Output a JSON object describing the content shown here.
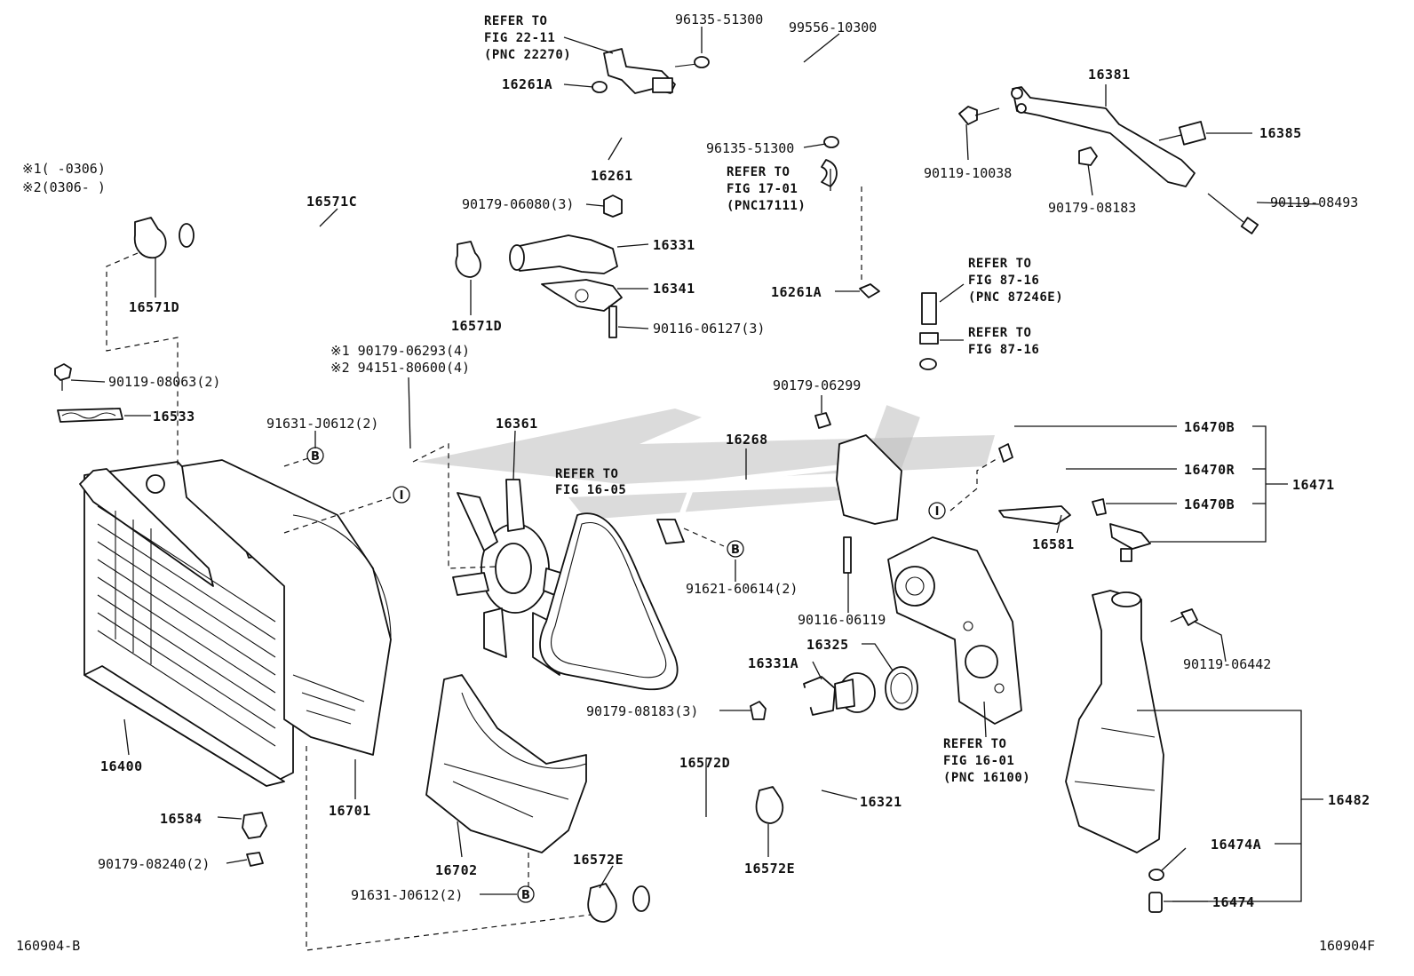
{
  "labels": {
    "ref_fig_22_11": [
      "REFER TO",
      "FIG 22-11",
      "(PNC 22270)"
    ],
    "p96135_51300_top": "96135-51300",
    "p99556_10300": "99556-10300",
    "p16261A_top": "16261A",
    "p16261": "16261",
    "p96135_51300_mid": "96135-51300",
    "ref_fig_17_01": [
      "REFER TO",
      "FIG 17-01",
      "(PNC17111)"
    ],
    "p16381": "16381",
    "p16385": "16385",
    "p90119_10038": "90119-10038",
    "p90179_08183_top": "90179-08183",
    "p90119_08493": "90119-08493",
    "note1": "※1(     -0306)",
    "note2": "※2(0306-     )",
    "p16571C": "16571C",
    "p90179_06080": "90179-06080(3)",
    "p16331": "16331",
    "p16341": "16341",
    "p90116_06127": "90116-06127(3)",
    "p16571D_left": "16571D",
    "p16571D_right": "16571D",
    "p16261A_mid": "16261A",
    "ref_fig_87_16_a": [
      "REFER TO",
      "FIG 87-16",
      "(PNC 87246E)"
    ],
    "ref_fig_87_16_b": [
      "REFER TO",
      "FIG 87-16"
    ],
    "p90119_08063": "90119-08063(2)",
    "p16533": "16533",
    "bolt_note1": "※1 90179-06293(4)",
    "bolt_note2": "※2 94151-80600(4)",
    "p90179_06299": "90179-06299",
    "p91631_J0612_top": "91631-J0612(2)",
    "p16361": "16361",
    "ref_fig_16_05": [
      "REFER TO",
      "FIG 16-05"
    ],
    "p16268": "16268",
    "p16470B_top": "16470B",
    "p16470R": "16470R",
    "p16470B_bot": "16470B",
    "p16471": "16471",
    "p16581": "16581",
    "p91621_60614": "91621-60614(2)",
    "p90116_06119": "90116-06119",
    "p16325": "16325",
    "p16331A": "16331A",
    "p90119_06442": "90119-06442",
    "p90179_08183_bot": "90179-08183(3)",
    "ref_fig_16_01": [
      "REFER TO",
      "FIG 16-01",
      "(PNC 16100)"
    ],
    "p16400": "16400",
    "p16701": "16701",
    "p16572D": "16572D",
    "p16321": "16321",
    "p16482": "16482",
    "p16584": "16584",
    "p90179_08240": "90179-08240(2)",
    "p16702": "16702",
    "p16572E_left": "16572E",
    "p16572E_right": "16572E",
    "p16474A": "16474A",
    "p91631_J0612_bot": "91631-J0612(2)",
    "p16474": "16474",
    "footer_left": "160904-B",
    "footer_right": "160904F",
    "marker_i": "I",
    "marker_b": "B"
  }
}
